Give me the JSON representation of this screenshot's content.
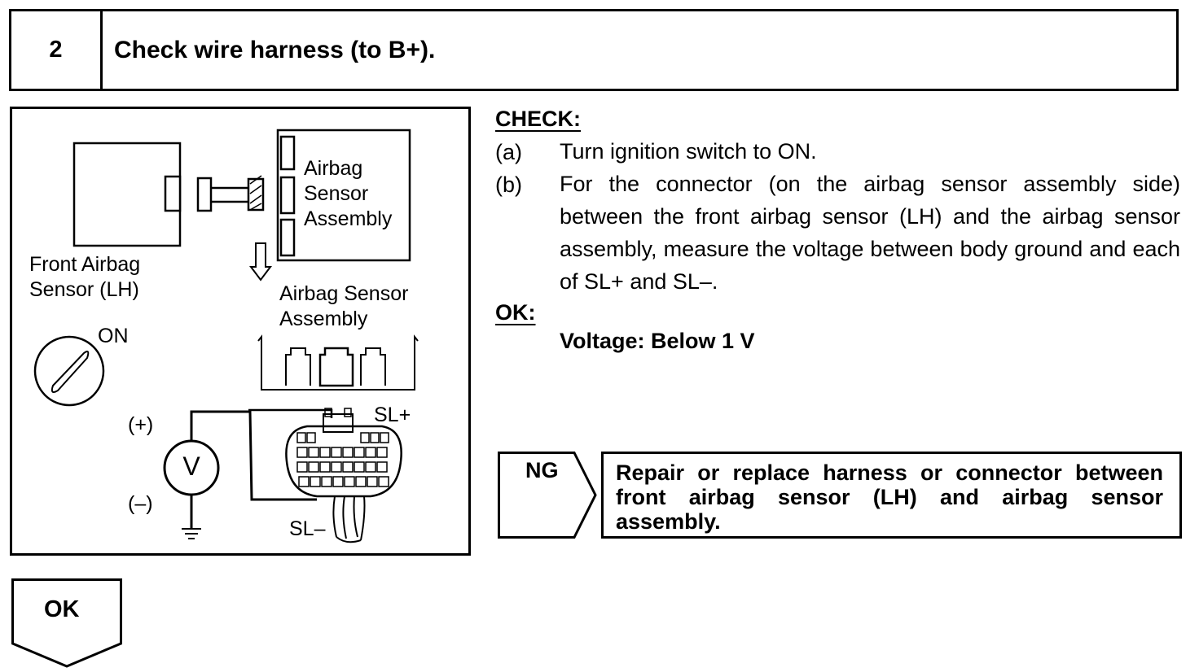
{
  "step": {
    "number": "2",
    "title": "Check wire harness (to B+)."
  },
  "illustration": {
    "label_front_sensor": [
      "Front Airbag",
      "Sensor (LH)"
    ],
    "label_sensor_assembly_top": [
      "Airbag",
      "Sensor",
      "Assembly"
    ],
    "label_sensor_assembly_bottom": [
      "Airbag Sensor",
      "Assembly"
    ],
    "label_on": "ON",
    "label_plus": "(+)",
    "label_minus": "(–)",
    "label_voltmeter": "V",
    "label_sl_plus": "SL+",
    "label_sl_minus": "SL–"
  },
  "check": {
    "heading": "CHECK:",
    "items": [
      {
        "letter": "(a)",
        "text": "Turn ignition switch to ON."
      },
      {
        "letter": "(b)",
        "text": "For the connector (on the airbag sensor assembly side) between the front airbag sensor (LH) and the airbag sensor assembly, measure the voltage between body ground and each of SL+ and SL–."
      }
    ]
  },
  "ok": {
    "heading": "OK:",
    "spec": "Voltage: Below 1 V"
  },
  "result_ng": {
    "label": "NG",
    "action": "Repair or replace harness or connector between front airbag sensor (LH) and airbag sensor assembly."
  },
  "result_ok": {
    "label": "OK"
  }
}
